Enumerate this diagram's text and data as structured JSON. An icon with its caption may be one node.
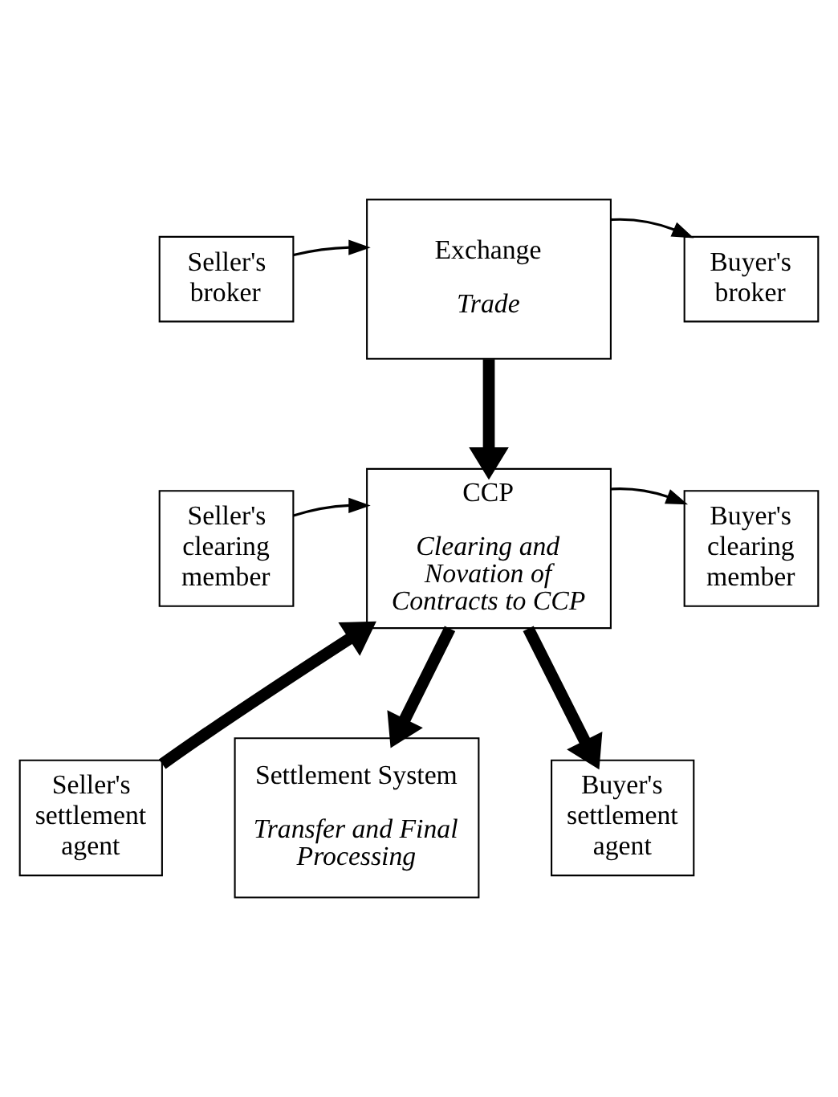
{
  "diagram": {
    "nodes": [
      {
        "text": [
          "Seller's broker"
        ]
      },
      {
        "text": [
          "Exchange",
          "Trade"
        ]
      },
      {
        "text": [
          "Buyer's broker"
        ]
      },
      {
        "text": [
          "Seller's clearing member"
        ]
      },
      {
        "text": [
          "CCP",
          "Clearing and Novation of Contracts to CCP"
        ]
      },
      {
        "text": [
          "Buyer's clearing member"
        ]
      },
      {
        "text": [
          "Seller's settlement agent"
        ]
      },
      {
        "text": [
          "Settlement System",
          "Transfer and Final Processing"
        ]
      },
      {
        "text": [
          "Buyer's settlement agent"
        ]
      }
    ],
    "edges": [
      {
        "from": 0,
        "to": 1,
        "arrow": "to"
      },
      {
        "from": 1,
        "to": 2,
        "arrow": "to"
      },
      {
        "from": 1,
        "to": 4,
        "arrow": "to",
        "style": "thick"
      },
      {
        "from": 3,
        "to": 4,
        "arrow": "to"
      },
      {
        "from": 4,
        "to": 5,
        "arrow": "to"
      },
      {
        "from": 4,
        "to": 7,
        "arrow": "to",
        "style": "thick"
      },
      {
        "from": 6,
        "to": 4,
        "arrow": "to",
        "style": "thick"
      },
      {
        "from": 4,
        "to": 8,
        "arrow": "to",
        "style": "thick"
      }
    ]
  }
}
